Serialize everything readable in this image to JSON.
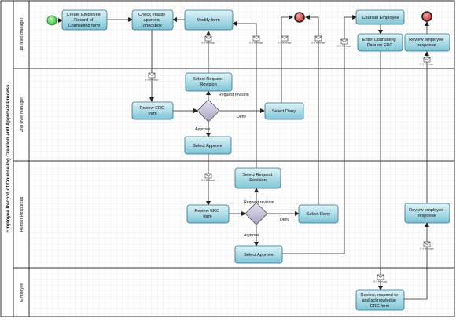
{
  "pool": {
    "title": "Employee Record of Counseling Creation and Approval Process"
  },
  "lanes": {
    "first": "1st level manager",
    "second": "2nd level manager",
    "hr": "Human Resources",
    "employee": "Employee"
  },
  "tasks": {
    "create_erc": [
      "Create Employee",
      "Record of",
      "Counseling form"
    ],
    "check_enable": [
      "Check enable",
      "approval",
      "checkbox"
    ],
    "modify_form": [
      "Modify form"
    ],
    "counsel_employee": [
      "Counsel Employee"
    ],
    "enter_date": [
      "Enter Counseling",
      "Date on ERC"
    ],
    "review_response_1": [
      "Review employee",
      "response"
    ],
    "select_request_revision_2": [
      "Select Request",
      "Revision"
    ],
    "review_erc_2": [
      "Review ERC",
      "form"
    ],
    "select_deny_2": [
      "Select Deny"
    ],
    "select_approve_2": [
      "Select Approve"
    ],
    "select_request_revision_hr": [
      "Select Request",
      "Revision"
    ],
    "review_erc_hr": [
      "Review ERC",
      "form"
    ],
    "select_deny_hr": [
      "Select Deny"
    ],
    "review_response_hr": [
      "Review employee",
      "response"
    ],
    "select_approve_hr": [
      "Select Approve"
    ],
    "employee_review": [
      "Review, respond to",
      "and acknowledge",
      "ERC form"
    ]
  },
  "edge_labels": {
    "request_revision": "Request revision",
    "deny": "Deny",
    "approve": "Approve"
  },
  "message_label": "E-S Message",
  "colors": {
    "task_fill_top": "#dff3f8",
    "task_fill_bottom": "#7ec4d6",
    "task_stroke": "#2f6f86",
    "gateway_fill": "#c9c5dc",
    "start_fill": "#5ed35e",
    "end_fill": "#e04a4a"
  }
}
